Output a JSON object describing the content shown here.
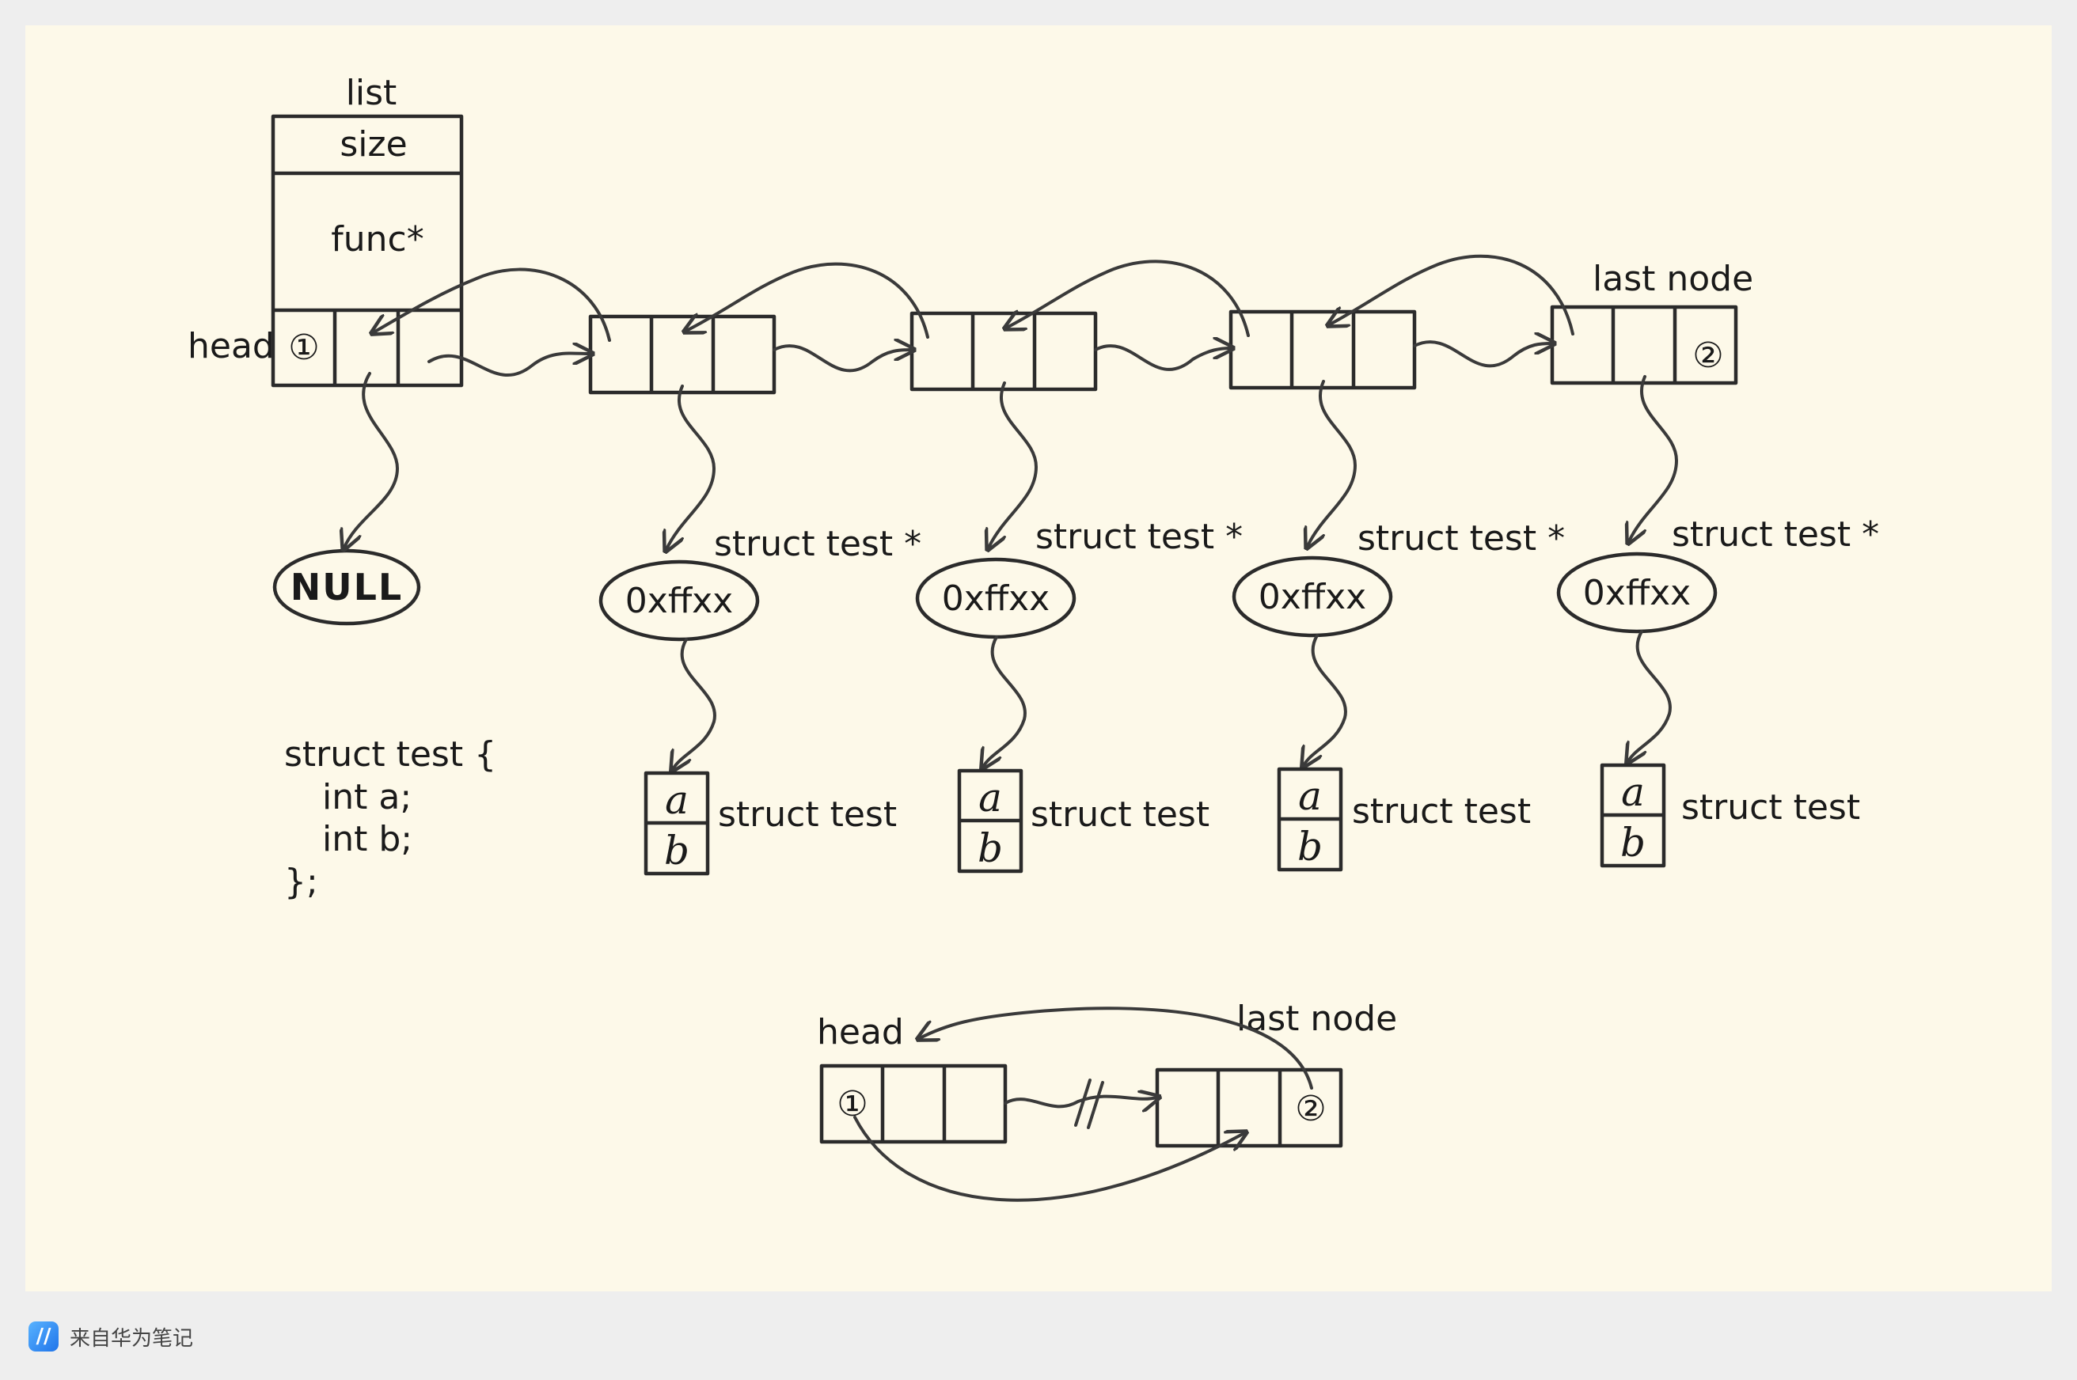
{
  "list_struct": {
    "title": "list",
    "fields": [
      "size",
      "func*"
    ],
    "head_label": "head"
  },
  "markers": {
    "first": "①",
    "second": "②"
  },
  "last_node_label": "last node",
  "null_label": "NULL",
  "nodes": [
    {
      "pointer_type": "struct test *",
      "address": "0xffxx",
      "struct_label": "struct test",
      "fields": [
        "a",
        "b"
      ]
    },
    {
      "pointer_type": "struct test *",
      "address": "0xffxx",
      "struct_label": "struct test",
      "fields": [
        "a",
        "b"
      ]
    },
    {
      "pointer_type": "struct test *",
      "address": "0xffxx",
      "struct_label": "struct test",
      "fields": [
        "a",
        "b"
      ]
    },
    {
      "pointer_type": "struct test *",
      "address": "0xffxx",
      "struct_label": "struct test",
      "fields": [
        "a",
        "b"
      ]
    }
  ],
  "code": [
    "struct test {",
    "int a;",
    "int b;",
    "};"
  ],
  "circular": {
    "head_label": "head",
    "last_node_label": "last node"
  },
  "footer": {
    "icon_glyph": "//",
    "text": "来自华为笔记"
  }
}
